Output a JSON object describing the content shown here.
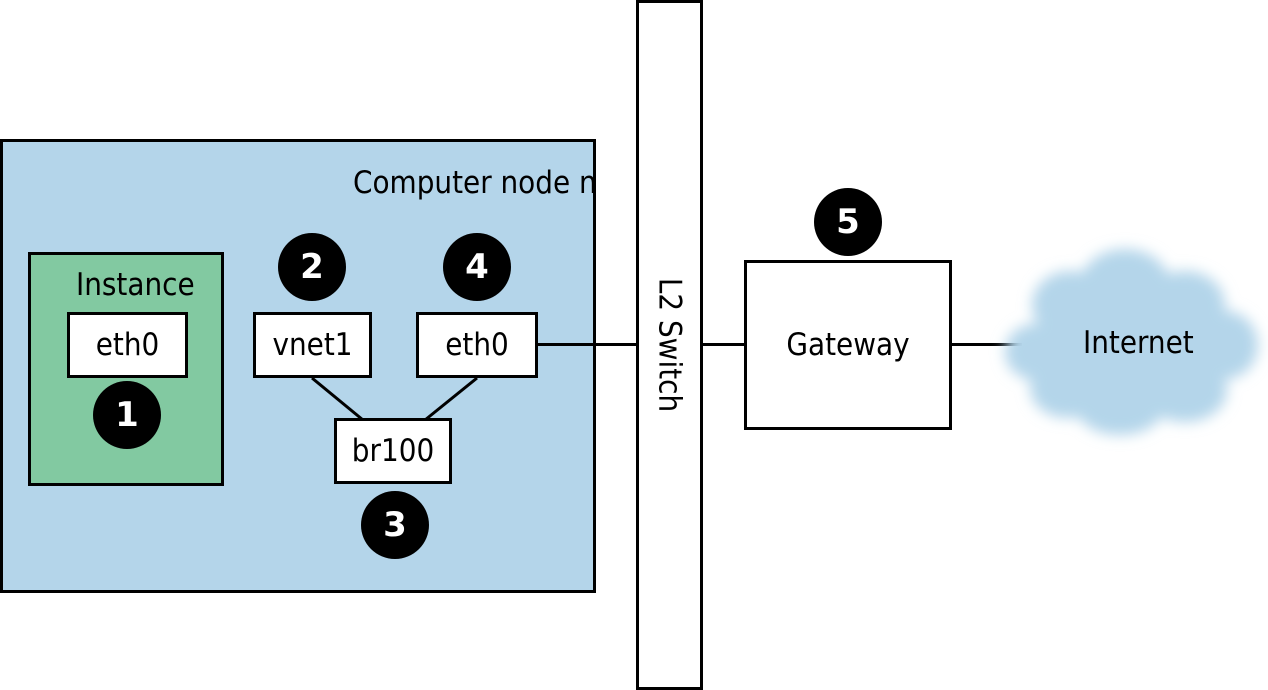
{
  "compute_node": {
    "title": "Computer node n",
    "fill": "#b4d5ea"
  },
  "instance": {
    "title": "Instance",
    "interface": "eth0",
    "fill": "#82c9a1"
  },
  "interfaces": {
    "vnet": "vnet1",
    "host_eth": "eth0",
    "bridge": "br100"
  },
  "switch": {
    "label": "L2 Switch"
  },
  "gateway": {
    "label": "Gateway"
  },
  "internet": {
    "label": "Internet"
  },
  "badges": {
    "one": "1",
    "two": "2",
    "three": "3",
    "four": "4",
    "five": "5"
  }
}
